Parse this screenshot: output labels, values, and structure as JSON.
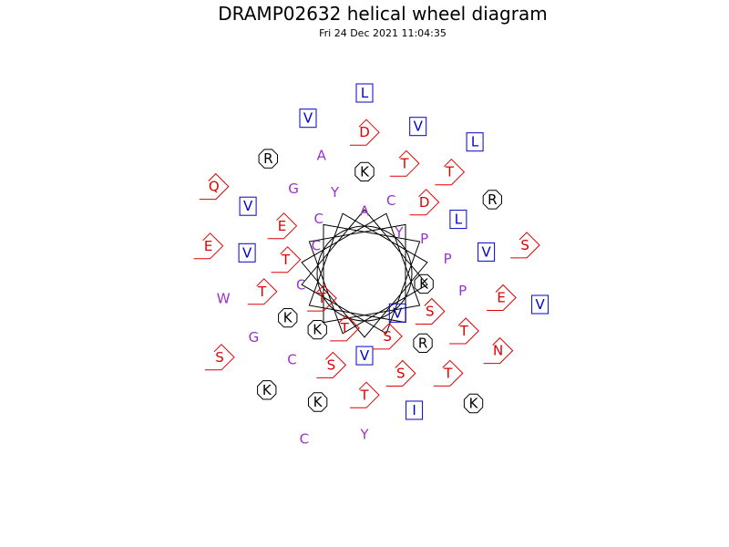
{
  "title": "DRAMP02632 helical wheel diagram",
  "timestamp": "Fri 24 Dec 2021 11:04:35",
  "colors": {
    "hydrophobic": "#0000cc",
    "positive": "#000000",
    "negative": "#dd0000",
    "polar": "#dd0000",
    "other": "#9933cc"
  },
  "residues": [
    {
      "letter": "L",
      "kind": "hydrophobic"
    },
    {
      "letter": "V",
      "kind": "hydrophobic"
    },
    {
      "letter": "C",
      "kind": "other"
    },
    {
      "letter": "Q",
      "kind": "polar"
    },
    {
      "letter": "L",
      "kind": "hydrophobic"
    },
    {
      "letter": "K",
      "kind": "positive"
    },
    {
      "letter": "S",
      "kind": "polar"
    },
    {
      "letter": "V",
      "kind": "hydrophobic"
    },
    {
      "letter": "S",
      "kind": "polar"
    },
    {
      "letter": "Y",
      "kind": "other"
    },
    {
      "letter": "E",
      "kind": "negative"
    },
    {
      "letter": "V",
      "kind": "hydrophobic"
    },
    {
      "letter": "N",
      "kind": "polar"
    },
    {
      "letter": "K",
      "kind": "positive"
    },
    {
      "letter": "R",
      "kind": "positive"
    },
    {
      "letter": "R",
      "kind": "positive"
    },
    {
      "letter": "I",
      "kind": "hydrophobic"
    },
    {
      "letter": "W",
      "kind": "other"
    },
    {
      "letter": "D",
      "kind": "negative"
    },
    {
      "letter": "E",
      "kind": "negative"
    },
    {
      "letter": "K",
      "kind": "positive"
    },
    {
      "letter": "V",
      "kind": "hydrophobic"
    },
    {
      "letter": "T",
      "kind": "polar"
    },
    {
      "letter": "T",
      "kind": "polar"
    },
    {
      "letter": "G",
      "kind": "other"
    },
    {
      "letter": "A",
      "kind": "other"
    },
    {
      "letter": "V",
      "kind": "hydrophobic"
    },
    {
      "letter": "T",
      "kind": "polar"
    },
    {
      "letter": "V",
      "kind": "hydrophobic"
    },
    {
      "letter": "T",
      "kind": "polar"
    },
    {
      "letter": "T",
      "kind": "polar"
    },
    {
      "letter": "C",
      "kind": "other"
    },
    {
      "letter": "G",
      "kind": "other"
    },
    {
      "letter": "L",
      "kind": "hydrophobic"
    },
    {
      "letter": "S",
      "kind": "polar"
    },
    {
      "letter": "T",
      "kind": "polar"
    },
    {
      "letter": "K",
      "kind": "positive"
    },
    {
      "letter": "P",
      "kind": "other"
    },
    {
      "letter": "S",
      "kind": "polar"
    },
    {
      "letter": "E",
      "kind": "negative"
    },
    {
      "letter": "D",
      "kind": "negative"
    },
    {
      "letter": "R",
      "kind": "positive"
    },
    {
      "letter": "K",
      "kind": "positive"
    },
    {
      "letter": "Y",
      "kind": "other"
    },
    {
      "letter": "P",
      "kind": "other"
    },
    {
      "letter": "V",
      "kind": "hydrophobic"
    },
    {
      "letter": "T",
      "kind": "polar"
    },
    {
      "letter": "C",
      "kind": "other"
    },
    {
      "letter": "S",
      "kind": "polar"
    },
    {
      "letter": "K",
      "kind": "positive"
    },
    {
      "letter": "C",
      "kind": "other"
    },
    {
      "letter": "P",
      "kind": "other"
    },
    {
      "letter": "S",
      "kind": "polar"
    },
    {
      "letter": "C",
      "kind": "other"
    },
    {
      "letter": "A",
      "kind": "other"
    },
    {
      "letter": "K",
      "kind": "positive"
    },
    {
      "letter": "T",
      "kind": "polar"
    },
    {
      "letter": "C",
      "kind": "other"
    },
    {
      "letter": "Y",
      "kind": "other"
    },
    {
      "letter": "V",
      "kind": "hydrophobic"
    },
    {
      "letter": "T",
      "kind": "polar"
    }
  ]
}
